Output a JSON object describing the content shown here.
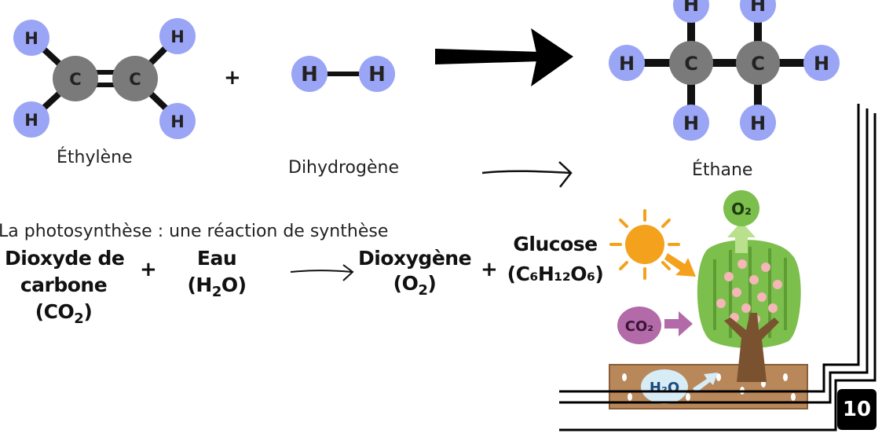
{
  "reaction1": {
    "reactant1_label": "Éthylène",
    "reactant2_label": "Dihydrogène",
    "product_label": "Éthane",
    "plus": "+",
    "atom_h": "H",
    "atom_c": "C"
  },
  "reaction2": {
    "title": "La photosynthèse : une réaction de synthèse",
    "co2_line1": "Dioxyde de",
    "co2_line2": "carbone",
    "co2_formula": "(CO",
    "co2_sub": "2",
    "water_line1": "Eau",
    "water_formula": "(H",
    "water_sub": "2",
    "water_end": "O)",
    "oxygen_line1": "Dioxygène",
    "oxygen_formula": "(O",
    "oxygen_sub": "2",
    "glucose_line1": "Glucose",
    "glucose_formula": "(C₆H₁₂O₆)",
    "close_paren": ")",
    "plus": "+"
  },
  "illustration": {
    "o2_label": "O₂",
    "co2_label": "CO₂",
    "h2o_label": "H₂O"
  },
  "colors": {
    "hydrogen": "#9aa5f5",
    "carbon": "#7a7a7a",
    "sun": "#f4a11d",
    "tree": "#7cbf4c",
    "soil": "#b8875a",
    "co2_bubble": "#b26aa8",
    "h2o_bubble": "#d8ecf6"
  },
  "page_number": "10"
}
